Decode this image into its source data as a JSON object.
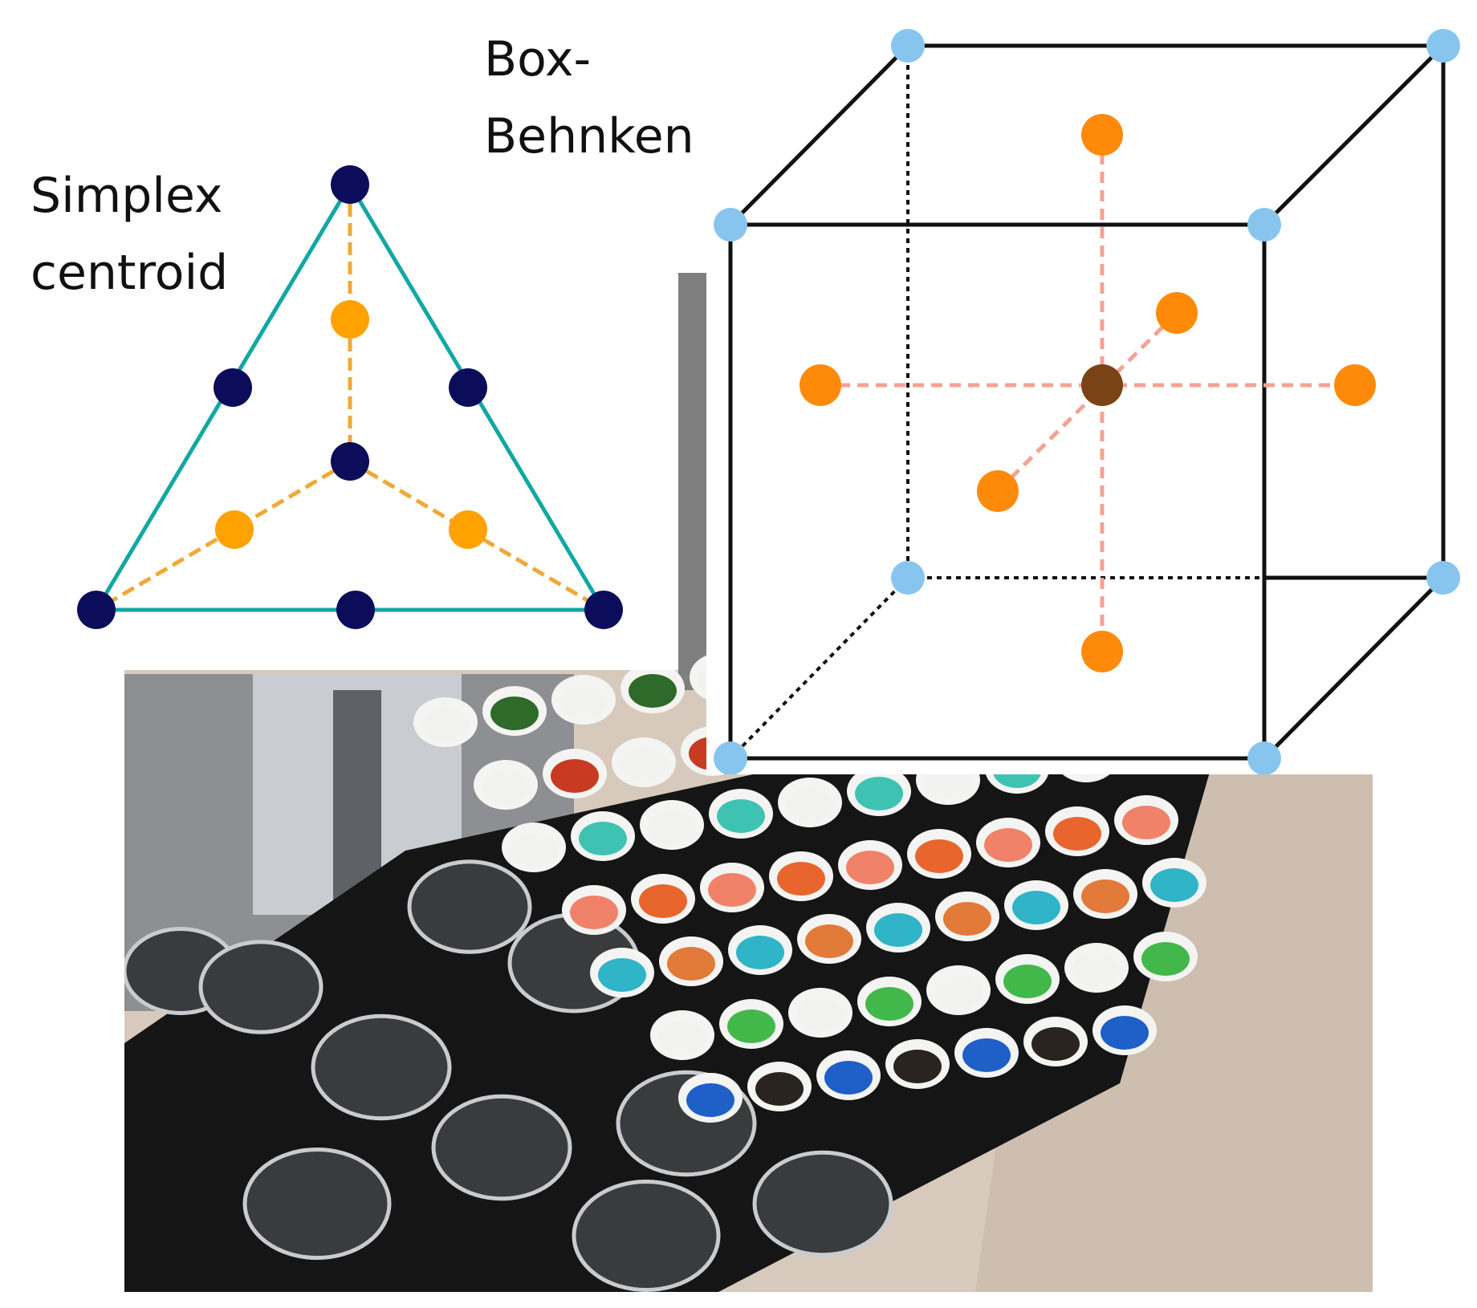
{
  "simplex": {
    "title_line1": "Simplex",
    "title_line2": "centroid",
    "colors": {
      "edge": "#13a7a3",
      "vertex_points": "#0b0c5a",
      "axial_points": "#ffa200",
      "axial_lines": "#f0a838"
    }
  },
  "box_behnken": {
    "title_line1": "Box-",
    "title_line2": "Behnken",
    "colors": {
      "cube_edges": "#111111",
      "corner_points": "#88c5ee",
      "axial_points": "#ff8a0a",
      "center_point": "#7a4316",
      "axial_lines": "#f4a292"
    }
  },
  "photo": {
    "icon": "lab-tray-with-colored-powder-cups-photo",
    "colors": {
      "background": "#d8cbbd",
      "tray": "#151515",
      "cup_rim": "#f4f4f2"
    }
  }
}
